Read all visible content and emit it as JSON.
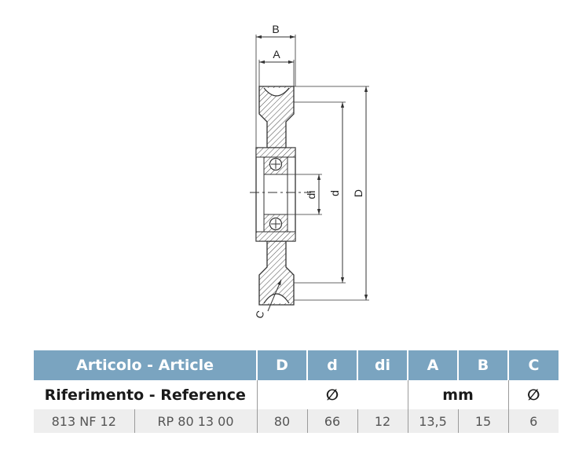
{
  "drawing": {
    "dim_labels": {
      "B": "B",
      "A": "A",
      "di": "di",
      "d": "d",
      "D": "D",
      "C": "C"
    }
  },
  "table": {
    "header": {
      "article": "Articolo - Article",
      "cols": [
        "D",
        "d",
        "di",
        "A",
        "B",
        "C"
      ]
    },
    "subheader": {
      "reference": "Riferimento - Reference",
      "unit_diam": "∅",
      "unit_mm": "mm",
      "unit_c": "∅"
    },
    "rows": [
      {
        "article": "813 NF 12",
        "reference": "RP 80 13 00",
        "values": [
          "80",
          "66",
          "12",
          "13,5",
          "15",
          "6"
        ]
      }
    ]
  }
}
